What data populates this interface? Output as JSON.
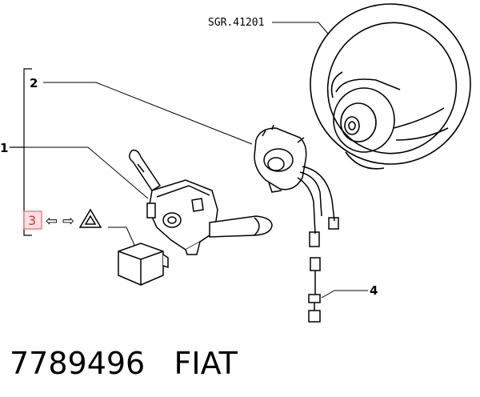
{
  "diagram": {
    "reference_code": "SGR.41201",
    "callouts": {
      "one": "1",
      "two": "2",
      "three": "3",
      "four": "4"
    },
    "symbols": {
      "turn_left": "⇦",
      "turn_right": "⇨",
      "hazard": "hazard-triangle-icon"
    },
    "highlight_color": "#e36b78"
  },
  "footer": {
    "part_number": "7789496",
    "brand": "FIAT"
  }
}
